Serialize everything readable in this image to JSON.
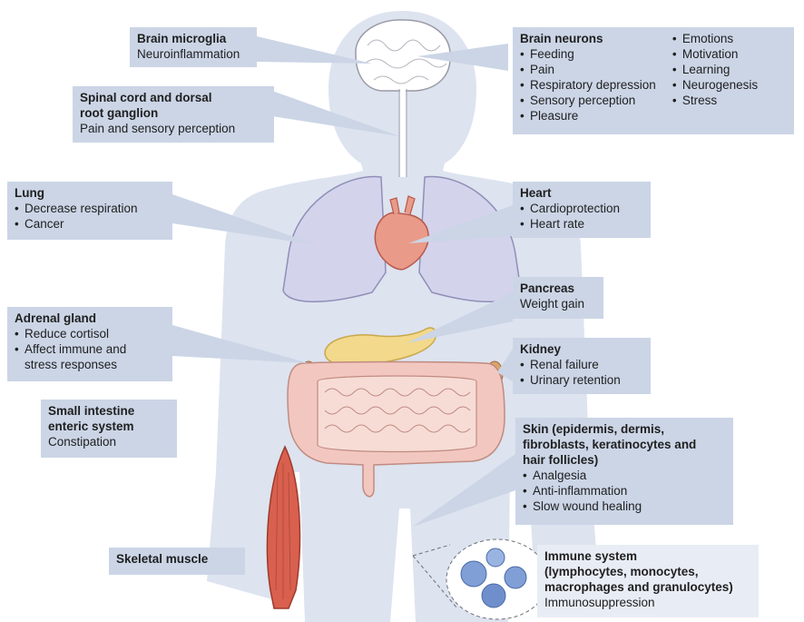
{
  "brain_microglia": {
    "title": "Brain microglia",
    "subtitle": "Neuroinflammation"
  },
  "spinal_cord": {
    "title_line1": "Spinal cord and dorsal",
    "title_line2": "root ganglion",
    "subtitle": "Pain and sensory perception"
  },
  "brain_neurons": {
    "title": "Brain neurons",
    "left_items": [
      "Feeding",
      "Pain",
      "Respiratory depression",
      "Sensory perception",
      "Pleasure"
    ],
    "right_items": [
      "Emotions",
      "Motivation",
      "Learning",
      "Neurogenesis",
      "Stress"
    ]
  },
  "lung": {
    "title": "Lung",
    "items": [
      "Decrease respiration",
      "Cancer"
    ]
  },
  "heart": {
    "title": "Heart",
    "items": [
      "Cardioprotection",
      "Heart rate"
    ]
  },
  "pancreas": {
    "title": "Pancreas",
    "subtitle": "Weight gain"
  },
  "adrenal_gland": {
    "title": "Adrenal gland",
    "items": [
      "Reduce cortisol",
      "Affect immune and"
    ],
    "continuation": "stress responses"
  },
  "kidney": {
    "title": "Kidney",
    "items": [
      "Renal failure",
      "Urinary retention"
    ]
  },
  "small_intestine": {
    "title_line1": "Small intestine",
    "title_line2": "enteric system",
    "subtitle": "Constipation"
  },
  "skin": {
    "title_line1": "Skin (epidermis, dermis,",
    "title_line2": "fibroblasts, keratinocytes and",
    "title_line3": "hair follicles)",
    "items": [
      "Analgesia",
      "Anti-inflammation",
      "Slow wound healing"
    ]
  },
  "skeletal_muscle": {
    "title": "Skeletal muscle"
  },
  "immune_system": {
    "title_line1": "Immune system",
    "title_line2": "(lymphocytes, monocytes,",
    "title_line3": "macrophages and granulocytes)",
    "subtitle": "Immunosuppression"
  },
  "colors": {
    "label_box": "#cbd5e6",
    "body_silhouette": "#dde3ef",
    "lung": "#d4d3ec",
    "heart": "#e99a88",
    "pancreas": "#f2d98b",
    "intestine": "#f2c7c0",
    "muscle": "#d9604e",
    "immune_cells": "#7f9fd6"
  }
}
